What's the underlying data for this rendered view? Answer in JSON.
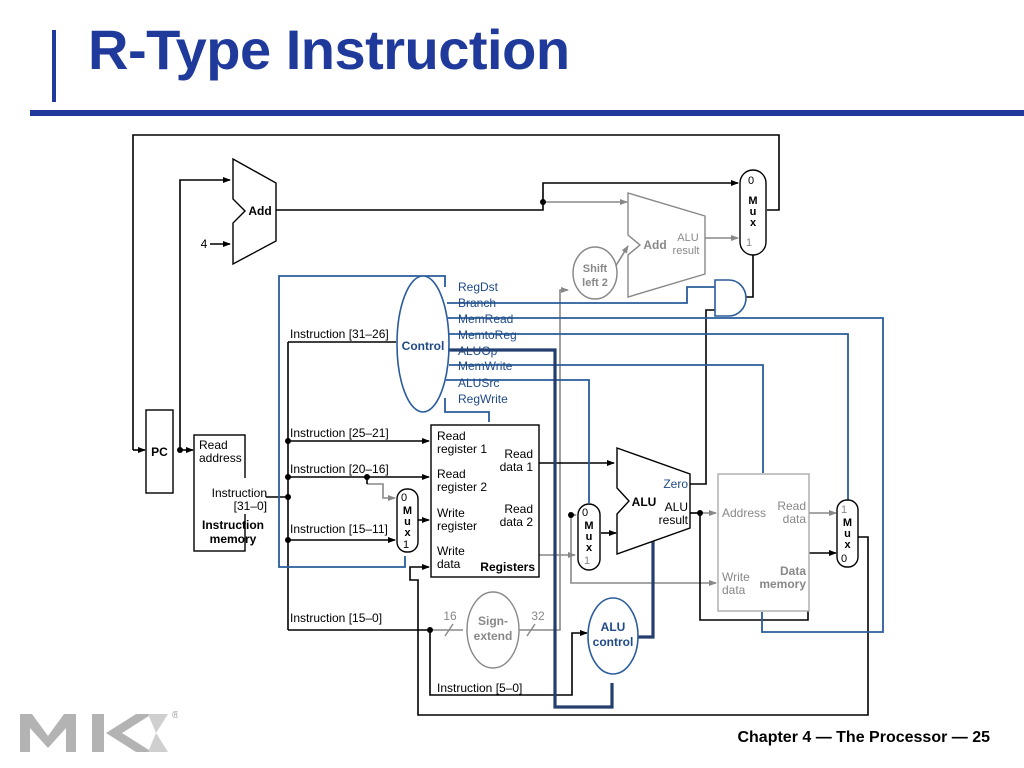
{
  "slide": {
    "title": "R-Type Instruction",
    "footer": "Chapter 4 — The Processor — 25",
    "publisher_logo": "MK",
    "registered_mark": "®"
  },
  "colors": {
    "title": "#1f3a9b",
    "active_path": "#2a4f8f",
    "control_signal": "#2a5c9c",
    "inactive": "#888888",
    "wire": "#000000"
  },
  "diagram": {
    "pc": "PC",
    "add_pc": "Add",
    "const_four": "4",
    "add_branch": {
      "label": "Add",
      "result": [
        "ALU",
        "result"
      ]
    },
    "shift_left": [
      "Shift",
      "left 2"
    ],
    "control": "Control",
    "control_signals": [
      "RegDst",
      "Branch",
      "MemRead",
      "MemtoReg",
      "ALUOp",
      "MemWrite",
      "ALUSrc",
      "RegWrite"
    ],
    "instruction_memory": {
      "read_address": [
        "Read",
        "address"
      ],
      "instruction": [
        "Instruction",
        "[31–0]"
      ],
      "name": [
        "Instruction",
        "memory"
      ]
    },
    "instruction_fields": [
      "Instruction [31–26]",
      "Instruction [25–21]",
      "Instruction [20–16]",
      "Instruction [15–11]",
      "Instruction [15–0]",
      "Instruction [5–0]"
    ],
    "registers": {
      "read_register_1": [
        "Read",
        "register 1"
      ],
      "read_register_2": [
        "Read",
        "register 2"
      ],
      "write_register": [
        "Write",
        "register"
      ],
      "write_data": [
        "Write",
        "data"
      ],
      "read_data_1": [
        "Read",
        "data 1"
      ],
      "read_data_2": [
        "Read",
        "data 2"
      ],
      "name": "Registers"
    },
    "mux_letters": [
      "M",
      "u",
      "x"
    ],
    "mux_zero": "0",
    "mux_one": "1",
    "alu": {
      "label": "ALU",
      "zero": "Zero",
      "result": [
        "ALU",
        "result"
      ]
    },
    "sign_extend": {
      "label": [
        "Sign-",
        "extend"
      ],
      "in_bits": "16",
      "out_bits": "32"
    },
    "alu_control": [
      "ALU",
      "control"
    ],
    "data_memory": {
      "address": "Address",
      "read_data": [
        "Read",
        "data"
      ],
      "write_data": [
        "Write",
        "data"
      ],
      "name": [
        "Data",
        "memory"
      ]
    }
  }
}
